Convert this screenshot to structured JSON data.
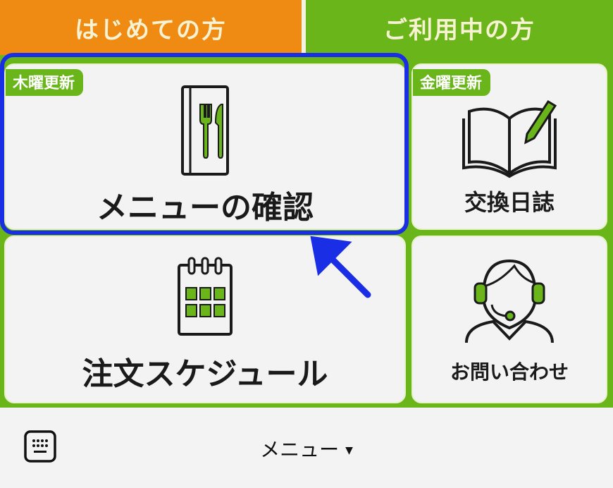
{
  "tabs": {
    "first_time": "はじめての方",
    "current_users": "ご利用中の方"
  },
  "cards": [
    {
      "label": "メニューの確認",
      "badge": "木曜更新",
      "icon": "menu-book-icon"
    },
    {
      "label": "交換日誌",
      "badge": "金曜更新",
      "icon": "diary-icon"
    },
    {
      "label": "注文スケジュール",
      "icon": "calendar-icon"
    },
    {
      "label": "お問い合わせ",
      "icon": "support-headset-icon"
    }
  ],
  "bottom": {
    "menu_label": "メニュー",
    "menu_arrow": "▼",
    "keyboard_icon": "keyboard-icon"
  },
  "colors": {
    "orange": "#ef8a12",
    "green": "#6ab51a",
    "annotation": "#1a2ee6"
  }
}
